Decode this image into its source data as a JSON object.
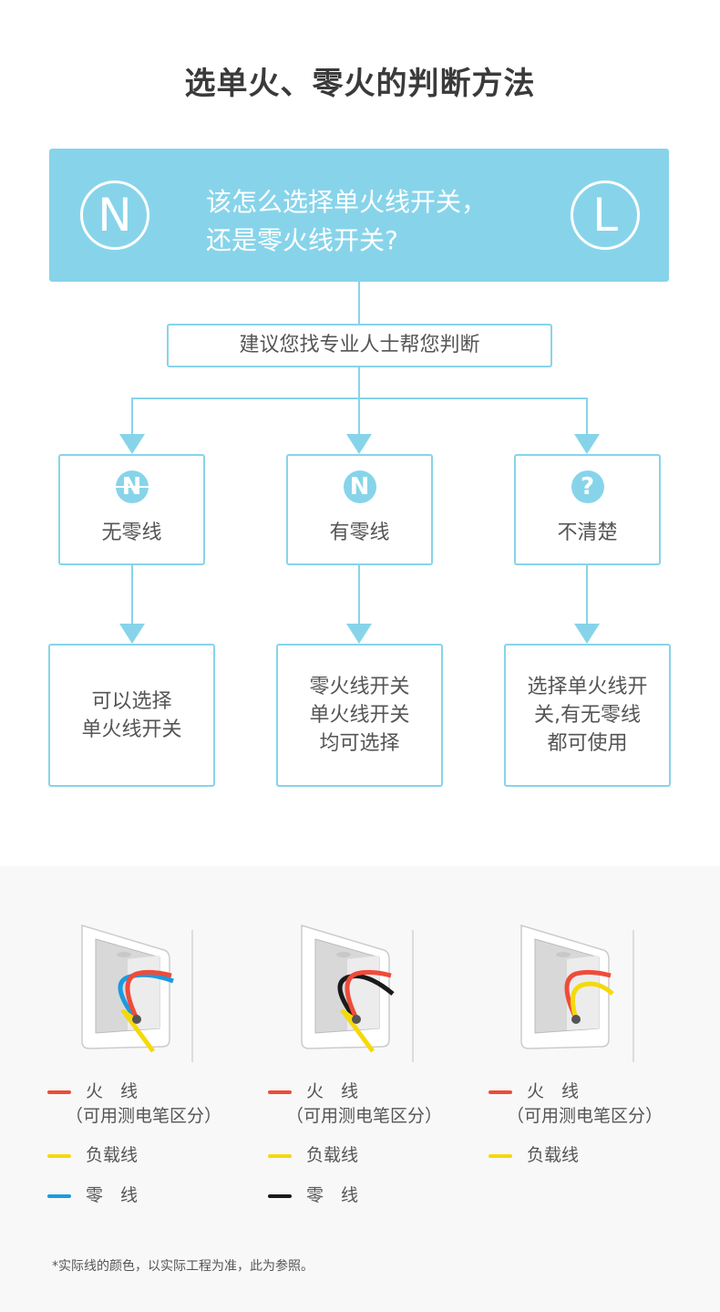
{
  "title": "选单火、零火的判断方法",
  "question": {
    "left_icon": "N",
    "right_icon": "L",
    "line1": "该怎么选择单火线开关，",
    "line2": "还是零火线开关?"
  },
  "advice": "建议您找专业人士帮您判断",
  "options": [
    {
      "icon": "N",
      "icon_name": "no-neutral-icon",
      "label": "无零线",
      "result": [
        "可以选择",
        "单火线开关"
      ]
    },
    {
      "icon": "N",
      "icon_name": "neutral-icon",
      "label": "有零线",
      "result": [
        "零火线开关",
        "单火线开关",
        "均可选择"
      ]
    },
    {
      "icon": "?",
      "icon_name": "question-icon",
      "label": "不清楚",
      "result": [
        "选择单火线开",
        "关,有无零线",
        "都可使用"
      ]
    }
  ],
  "legends": [
    {
      "live": "火　线",
      "live_note": "（可用测电笔区分）",
      "load": "负载线",
      "neutral": "零　线",
      "neutral_color": "#1a9be0"
    },
    {
      "live": "火　线",
      "live_note": "（可用测电笔区分）",
      "load": "负载线",
      "neutral": "零　线",
      "neutral_color": "#1a1a1a"
    },
    {
      "live": "火　线",
      "live_note": "（可用测电笔区分）",
      "load": "负载线"
    }
  ],
  "colors": {
    "accent": "#87d4ea",
    "live": "#f04b3a",
    "load": "#f5d90a"
  },
  "footnote": "*实际线的颜色，以实际工程为准，此为参照。"
}
